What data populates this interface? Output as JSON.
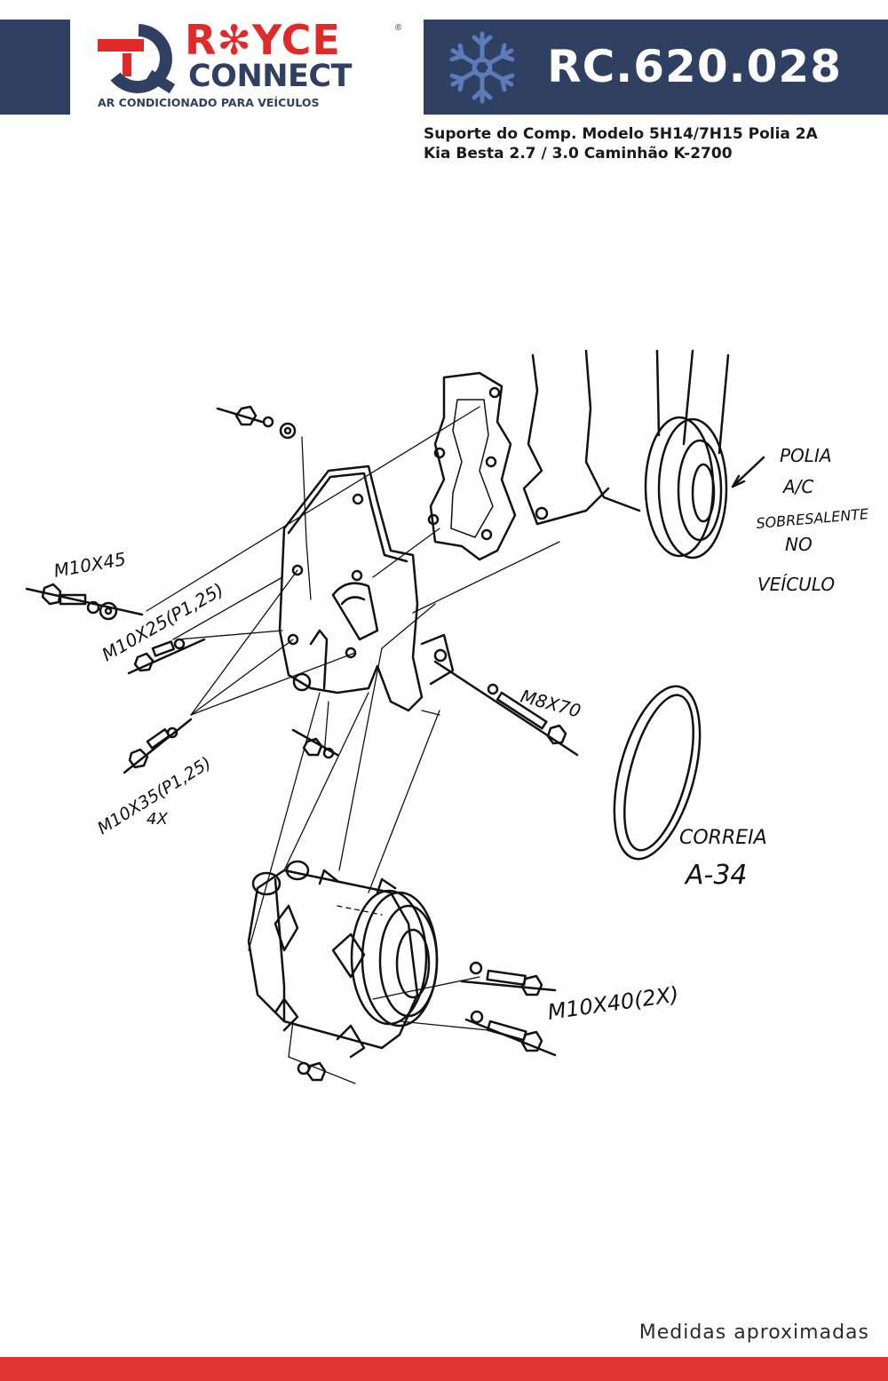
{
  "brand": {
    "name_top": "R✻YCE",
    "name_bottom": "CONNECT",
    "registered": "®",
    "tagline": "AR CONDICIONADO PARA VEÍCULOS"
  },
  "product": {
    "code": "RC.620.028",
    "description_line1": "Suporte do Comp. Modelo 5H14/7H15 Polia 2A",
    "description_line2": "Kia Besta 2.7 / 3.0 Caminhão K-2700"
  },
  "drawing_labels": {
    "bolt_m10x45": "M10X45",
    "bolt_m10x25": "M10X25(P1,25)",
    "bolt_m10x35": "M10X35(P1,25)",
    "bolt_m10x35_qty": "4X",
    "bolt_m8x70": "M8X70",
    "bolt_m10x40": "M10X40(2X)",
    "pulley_l1": "POLIA",
    "pulley_l2": "A/C",
    "pulley_l3": "SOBRESALENTE",
    "pulley_l4": "NO",
    "pulley_l5": "VEÍCULO",
    "belt_l1": "CORREIA",
    "belt_l2": "A-34"
  },
  "footer": {
    "note": "Medidas aproximadas"
  },
  "colors": {
    "navy": "#2f4063",
    "red": "#e03535",
    "flake": "#5b7cb8"
  }
}
